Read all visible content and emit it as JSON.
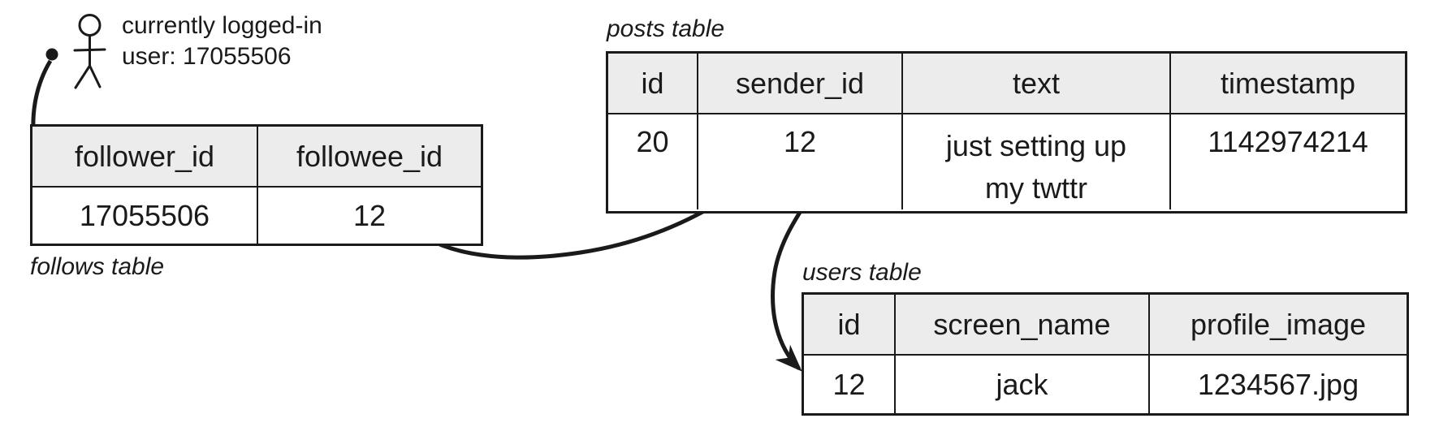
{
  "note": {
    "line1": "currently logged-in",
    "line2": "user: 17055506"
  },
  "icons": {
    "person": "person-icon",
    "connector_dot": "relation-dot",
    "arrow": "relation-arrow"
  },
  "colors": {
    "background": "#ffffff",
    "stroke": "#1a1a1a",
    "table_header_bg": "#ececec"
  },
  "tables": {
    "follows": {
      "label": "follows table",
      "headers": [
        "follower_id",
        "followee_id"
      ],
      "rows": [
        {
          "follower_id": "17055506",
          "followee_id": "12"
        }
      ]
    },
    "posts": {
      "label": "posts table",
      "headers": [
        "id",
        "sender_id",
        "text",
        "timestamp"
      ],
      "rows": [
        {
          "id": "20",
          "sender_id": "12",
          "text_line1": "just setting up",
          "text_line2": "my twttr",
          "timestamp": "1142974214"
        }
      ]
    },
    "users": {
      "label": "users table",
      "headers": [
        "id",
        "screen_name",
        "profile_image"
      ],
      "rows": [
        {
          "id": "12",
          "screen_name": "jack",
          "profile_image": "1234567.jpg"
        }
      ]
    }
  }
}
